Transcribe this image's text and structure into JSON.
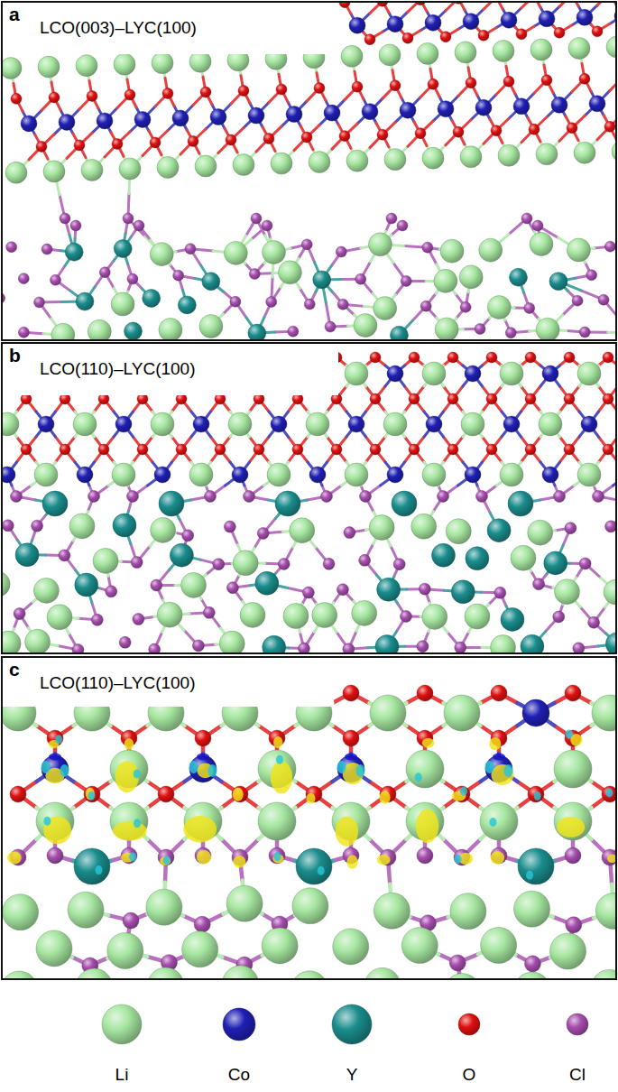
{
  "diagram": {
    "labels": [
      "a",
      "LCO(003)–LYC(100)",
      "b",
      "LCO(110)–LYC(100)",
      "c",
      "LCO(110)–LYC(100)"
    ],
    "legend": [
      {
        "text": "Li",
        "color": "#a6e6a0"
      },
      {
        "text": "Co",
        "color": "#1f1fb4"
      },
      {
        "text": "Y",
        "color": "#1a8c8c"
      },
      {
        "text": "O",
        "color": "#e01010"
      },
      {
        "text": "Cl",
        "color": "#a64dae"
      }
    ]
  }
}
